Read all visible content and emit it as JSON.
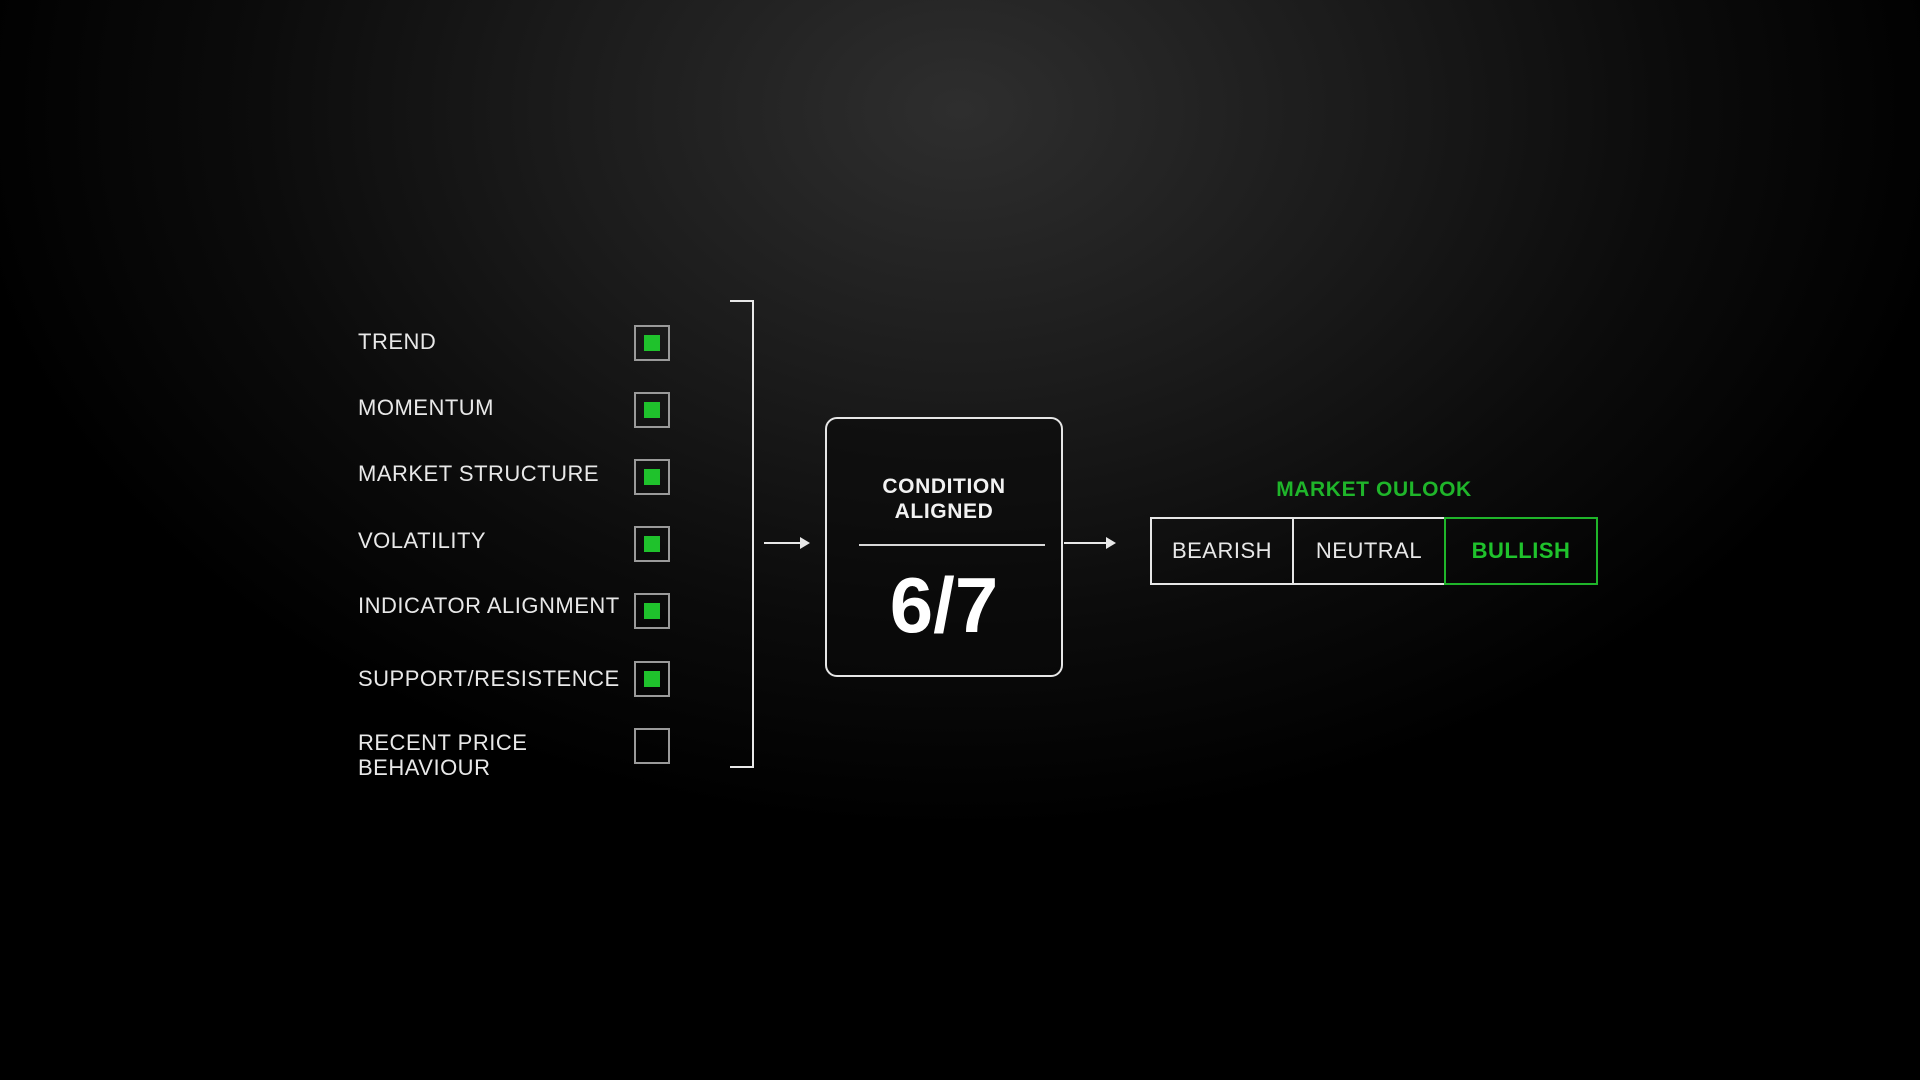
{
  "conditions": [
    {
      "label": "TREND",
      "checked": true
    },
    {
      "label": "MOMENTUM",
      "checked": true
    },
    {
      "label": "MARKET STRUCTURE",
      "checked": true
    },
    {
      "label": "VOLATILITY",
      "checked": true
    },
    {
      "label": "INDICATOR ALIGNMENT",
      "checked": true
    },
    {
      "label": "SUPPORT/RESISTENCE",
      "checked": true
    },
    {
      "label": "RECENT PRICE\nBEHAVIOUR",
      "checked": false
    }
  ],
  "result": {
    "title": "CONDITION\nALIGNED",
    "score": "6/7"
  },
  "outlook": {
    "title": "MARKET OULOOK",
    "options": [
      "BEARISH",
      "NEUTRAL",
      "BULLISH"
    ],
    "selected": "BULLISH"
  },
  "colors": {
    "accent_green": "#1fc22c",
    "text_green": "#1fb52a",
    "line": "#e6e6e6",
    "checkbox_border": "#9a9a9a"
  }
}
